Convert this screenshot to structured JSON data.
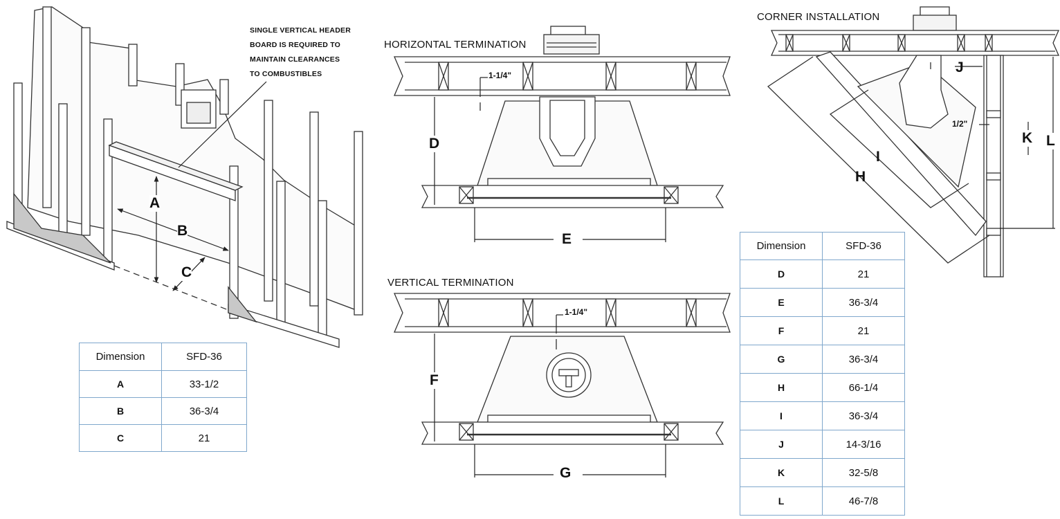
{
  "sections": {
    "horizontal": "HORIZONTAL TERMINATION",
    "vertical": "VERTICAL TERMINATION",
    "corner": "CORNER INSTALLATION"
  },
  "note": {
    "line1": "SINGLE VERTICAL HEADER",
    "line2": "BOARD IS REQUIRED TO",
    "line3": "MAINTAIN CLEARANCES",
    "line4": "TO COMBUSTIBLES"
  },
  "labels": {
    "a": "A",
    "b": "B",
    "c": "C",
    "d": "D",
    "e": "E",
    "f": "F",
    "g": "G",
    "h": "H",
    "i": "I",
    "j": "J",
    "k": "K",
    "l": "L",
    "clearance_h": "1-1/4\"",
    "clearance_v": "1-1/4\"",
    "clearance_corner": "1/2\""
  },
  "table_left": {
    "header": [
      "Dimension",
      "SFD-36"
    ],
    "rows": [
      {
        "dim": "A",
        "value": "33-1/2"
      },
      {
        "dim": "B",
        "value": "36-3/4"
      },
      {
        "dim": "C",
        "value": "21"
      }
    ]
  },
  "table_right": {
    "header": [
      "Dimension",
      "SFD-36"
    ],
    "rows": [
      {
        "dim": "D",
        "value": "21"
      },
      {
        "dim": "E",
        "value": "36-3/4"
      },
      {
        "dim": "F",
        "value": "21"
      },
      {
        "dim": "G",
        "value": "36-3/4"
      },
      {
        "dim": "H",
        "value": "66-1/4"
      },
      {
        "dim": "I",
        "value": "36-3/4"
      },
      {
        "dim": "J",
        "value": "14-3/16"
      },
      {
        "dim": "K",
        "value": "32-5/8"
      },
      {
        "dim": "L",
        "value": "46-7/8"
      }
    ]
  }
}
